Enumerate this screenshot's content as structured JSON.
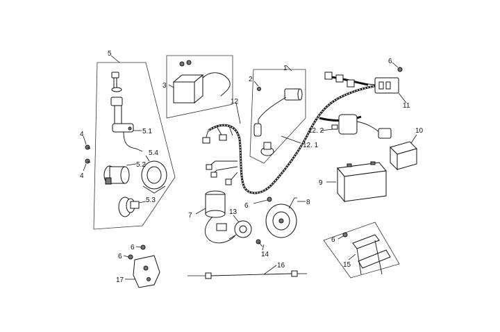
{
  "callouts": {
    "c1": "1",
    "c2": "2",
    "c3": "3",
    "c4a": "4",
    "c4b": "4",
    "c5": "5",
    "c5_1": "5.1",
    "c5_2": "5.2",
    "c5_3": "5.3",
    "c5_4": "5.4",
    "c6a": "6",
    "c6b": "6",
    "c6c": "6",
    "c6d": "6",
    "c6e": "6",
    "c7": "7",
    "c8": "8",
    "c9": "9",
    "c10": "10",
    "c11": "11",
    "c12": "12",
    "c12_1": "12. 1",
    "c12_2": "12. 2",
    "c13": "13",
    "c14": "14",
    "c15": "15",
    "c16": "16",
    "c17": "17"
  }
}
